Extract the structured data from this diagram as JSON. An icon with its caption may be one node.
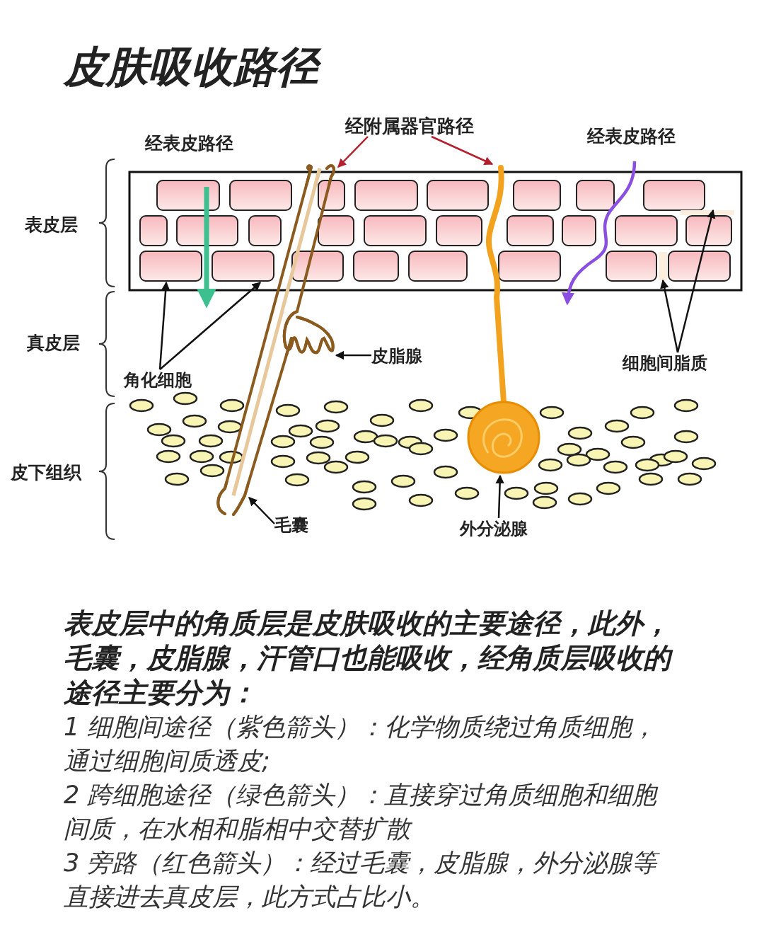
{
  "diagram": {
    "title": "皮肤吸收路径",
    "caption": "表皮层中的角质层是皮肤吸收的主要途径，此外，毛囊，皮脂腺，汗管口也能吸收，经角质层吸收的途径主要分为：",
    "nodes": [
      {
        "text": [
          "经附属器官路径"
        ]
      },
      {
        "text": [],
        "shape": "picture"
      },
      {
        "text": [],
        "shape": "picture"
      },
      {
        "text": [
          "皮脂腺"
        ]
      },
      {
        "text": [
          "毛囊"
        ]
      },
      {
        "text": [
          "外分泌腺"
        ]
      },
      {
        "text": [
          "角化细胞"
        ]
      },
      {
        "text": [
          "细胞间脂质"
        ]
      },
      {
        "text": [],
        "shape": "box"
      },
      {
        "text": [],
        "shape": "box"
      },
      {
        "text": [],
        "shape": "bar"
      },
      {
        "text": [],
        "shape": "bar"
      },
      {
        "text": [],
        "shape": "picture"
      },
      {
        "text": [],
        "shape": "picture"
      }
    ],
    "edges": [
      {
        "from": 0,
        "to": 1,
        "arrow": "to",
        "color": "#b5202e"
      },
      {
        "from": 0,
        "to": 2,
        "arrow": "to",
        "color": "#b5202e"
      },
      {
        "from": 3,
        "to": 12,
        "arrow": "to"
      },
      {
        "from": 4,
        "to": 13,
        "arrow": "to"
      },
      {
        "from": 5,
        "to": 2,
        "arrow": "to"
      },
      {
        "from": 6,
        "to": 8,
        "arrow": "to"
      },
      {
        "from": 6,
        "to": 9,
        "arrow": "to"
      },
      {
        "from": 7,
        "to": 10,
        "arrow": "to"
      },
      {
        "from": 7,
        "to": 11,
        "arrow": "to"
      }
    ],
    "labels": [
      "经表皮路径",
      "经表皮路径",
      "表皮层",
      "真皮层",
      "皮下组织",
      "1 细胞间途径（紫色箭头）：化学物质绕过角质细胞，通过细胞间质透皮;",
      "2 跨细胞途径（绿色箭头）：直接穿过角质细胞和细胞间质，在水相和脂相中交替扩散",
      "3 旁路（红色箭头）：经过毛囊，皮脂腺，外分泌腺等直接进去真皮层，此方式占比小。"
    ]
  }
}
